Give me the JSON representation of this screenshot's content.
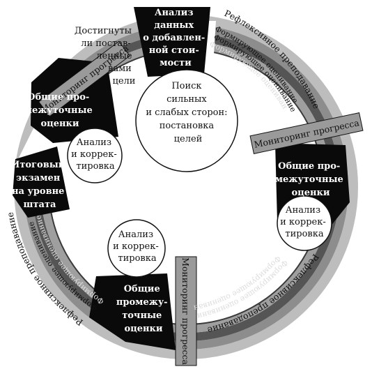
{
  "center": {
    "lines": [
      "Поиск",
      "сильных",
      "и слабых сторон:",
      "постановка",
      "целей"
    ]
  },
  "analysis_value": {
    "lines": [
      "Анализ",
      "данных",
      "о добавлен-",
      "ной стои-",
      "мости"
    ]
  },
  "achieved_goals": {
    "lines": [
      "Достигнуты",
      "ли постав-",
      "ленные",
      "вами",
      "цели"
    ]
  },
  "final_exam": {
    "lines": [
      "Итоговый",
      "экзамен",
      "на уровне",
      "штата"
    ]
  },
  "interim_assessment": {
    "lines": [
      "Общие про-",
      "межуточные",
      "оценки"
    ]
  },
  "interim_assessment_bottom": {
    "lines": [
      "Общие",
      "промежу-",
      "точные",
      "оценки"
    ]
  },
  "analysis_correction": {
    "lines": [
      "Анализ",
      "и коррек-",
      "тировка"
    ]
  },
  "monitoring": "Мониторинг прогресса",
  "reflexive_teaching": "Рефлексивное преподавание",
  "formative_assessment": "Формирующее оценивание",
  "colors": {
    "black": "#0a0a0a",
    "band_light": "#bdbdbd",
    "band_mid": "#8d8d8d",
    "band_dark": "#555555",
    "band_darkest": "#3a3a3a",
    "box_fill": "#9a9a9a"
  }
}
